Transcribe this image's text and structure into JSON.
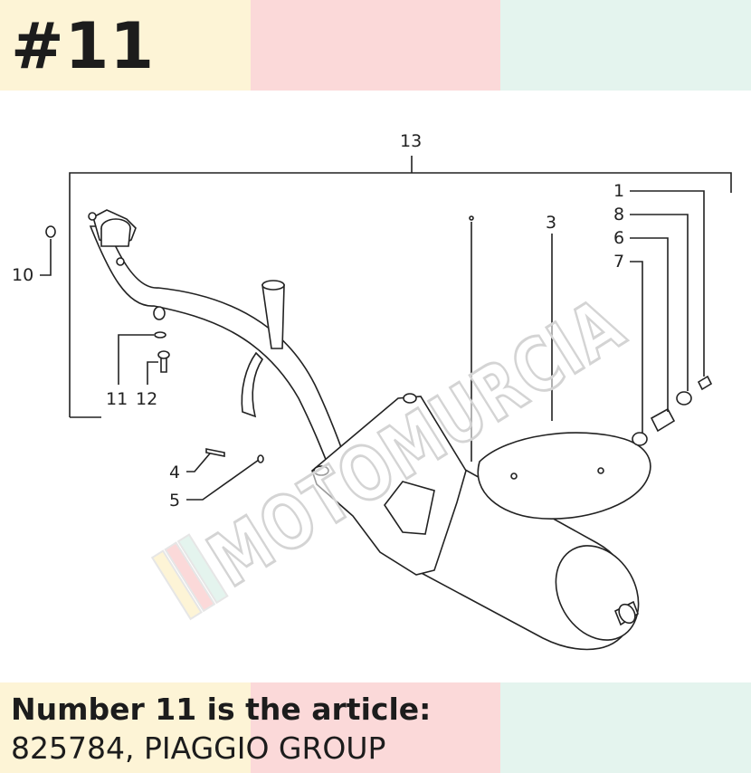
{
  "header": {
    "title": "#11"
  },
  "caption": {
    "line1": "Number 11 is the article:",
    "line2": "825784, PIAGGIO GROUP"
  },
  "bands": {
    "yellow": "#fdf4d6",
    "pink": "#fbd9d9",
    "mint": "#e4f4ee"
  },
  "watermark": {
    "text": "MOTOMURCIA"
  },
  "callouts": {
    "c13": "13",
    "c1": "1",
    "c8": "8",
    "c6": "6",
    "c7": "7",
    "c3": "3",
    "c10": "10",
    "c11": "11",
    "c12": "12",
    "c4": "4",
    "c5": "5"
  }
}
